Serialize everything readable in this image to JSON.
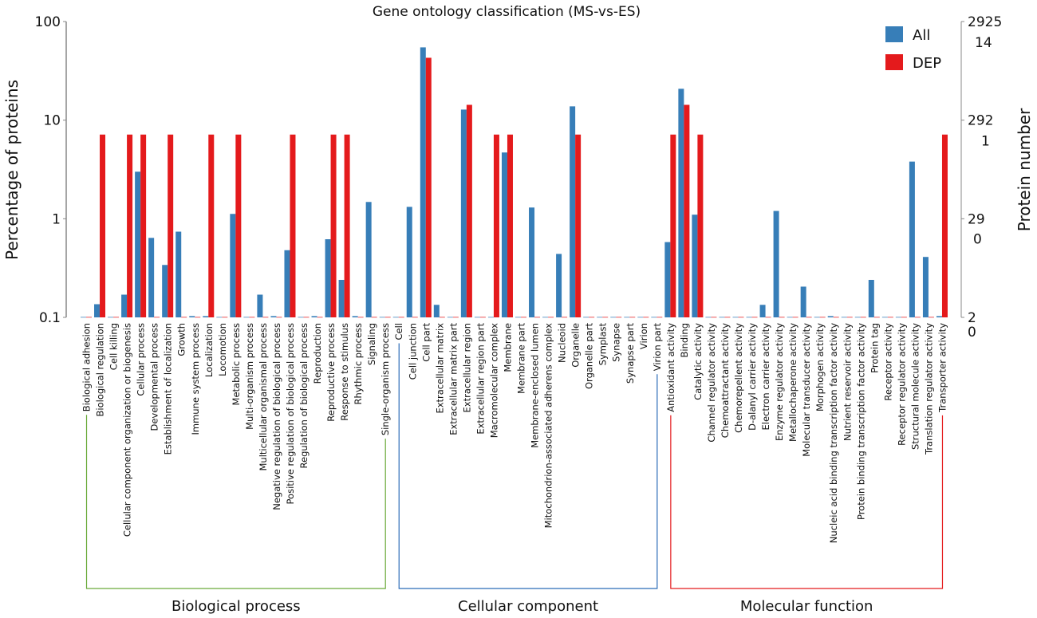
{
  "chart_data": {
    "type": "bar",
    "title": "Gene ontology classification  (MS-vs-ES)",
    "ylabel": "Percentage of proteins",
    "ylabel_right": "Protein number",
    "yscale": "log",
    "ylim": [
      0.1,
      100
    ],
    "yticks": [
      "100",
      "10",
      "1",
      "0.1"
    ],
    "right_ticks": [
      [
        "2925",
        "14"
      ],
      [
        "292",
        "1"
      ],
      [
        "29",
        "0"
      ],
      [
        "2",
        "0"
      ]
    ],
    "grid": false,
    "legend_position": "top-right",
    "colors": {
      "All": "#377eb8",
      "DEP": "#e41a1c",
      "Biological process": "#6aaa3a",
      "Cellular component": "#2b6cb8",
      "Molecular function": "#e41a1c"
    },
    "groups": [
      {
        "name": "Biological process",
        "count": 23
      },
      {
        "name": "Cellular component",
        "count": 20
      },
      {
        "name": "Molecular function",
        "count": 21
      }
    ],
    "categories": [
      "Biological adhesion",
      "Biological regulation",
      "Cell killing",
      "Cellular component organization or biogenesis",
      "Cellular process",
      "Developmental process",
      "Establishment of localization",
      "Growth",
      "Immune system process",
      "Localization",
      "Locomotion",
      "Metabolic process",
      "Multi-organism process",
      "Multicellular organismal process",
      "Negative regulation of biological process",
      "Positive regulation of biological process",
      "Regulation of biological process",
      "Reproduction",
      "Reproductive process",
      "Response to stimulus",
      "Rhythmic process",
      "Signaling",
      "Single-organism process",
      "Cell",
      "Cell junction",
      "Cell part",
      "Extracellular matrix",
      "Extracellular matrix part",
      "Extracellular region",
      "Extracellular region part",
      "Macromolecular complex",
      "Membrane",
      "Membrane part",
      "Membrane-enclosed lumen",
      "Mitochondrion-associated adherens complex",
      "Nucleoid",
      "Organelle",
      "Organelle part",
      "Symplast",
      "Synapse",
      "Synapse part",
      "Virion",
      "Virion part",
      "Antioxidant activity",
      "Binding",
      "Catalytic activity",
      "Channel regulator activity",
      "Chemoattractant activity",
      "Chemorepellent activity",
      "D-alanyl carrier activity",
      "Electron carrier activity",
      "Enzyme regulator activity",
      "Metallochaperone activity",
      "Molecular transducer activity",
      "Morphogen activity",
      "Nucleic acid binding transcription factor activity",
      "Nutrient reservoir activity",
      "Protein binding transcription factor activity",
      "Protein tag",
      "Receptor activity",
      "Receptor regulator activity",
      "Structural molecule activity",
      "Translation regulator activity",
      "Transporter activity"
    ],
    "series": [
      {
        "name": "All",
        "values": [
          0,
          0.136,
          0,
          0.17,
          3.0,
          0.64,
          0.34,
          0.74,
          0.103,
          0.103,
          0,
          1.12,
          0,
          0.17,
          0.103,
          0.48,
          0,
          0.103,
          0.62,
          0.24,
          0.103,
          1.48,
          0,
          0,
          1.32,
          54.7,
          0.134,
          0,
          12.8,
          0,
          0,
          4.7,
          0,
          1.3,
          0,
          0.44,
          13.8,
          0,
          0,
          0,
          0,
          0,
          0,
          0.58,
          20.8,
          1.1,
          0,
          0,
          0,
          0,
          0.134,
          1.2,
          0,
          0.205,
          0,
          0.103,
          0,
          0,
          0.24,
          0,
          0,
          3.8,
          0.41,
          0.103
        ]
      },
      {
        "name": "DEP",
        "values": [
          0,
          7.14,
          0,
          7.14,
          7.14,
          0,
          7.14,
          0,
          0,
          7.14,
          0,
          7.14,
          0,
          0,
          0,
          7.14,
          0,
          0,
          7.14,
          7.14,
          0,
          0,
          0,
          0,
          0,
          42.9,
          0,
          0,
          14.3,
          0,
          7.14,
          7.14,
          0,
          0,
          0,
          0,
          7.14,
          0,
          0,
          0,
          0,
          0,
          0,
          7.14,
          14.3,
          7.14,
          0,
          0,
          0,
          0,
          0,
          0,
          0,
          0,
          0,
          0,
          0,
          0,
          0,
          0,
          0,
          0,
          0,
          7.14
        ]
      }
    ]
  }
}
